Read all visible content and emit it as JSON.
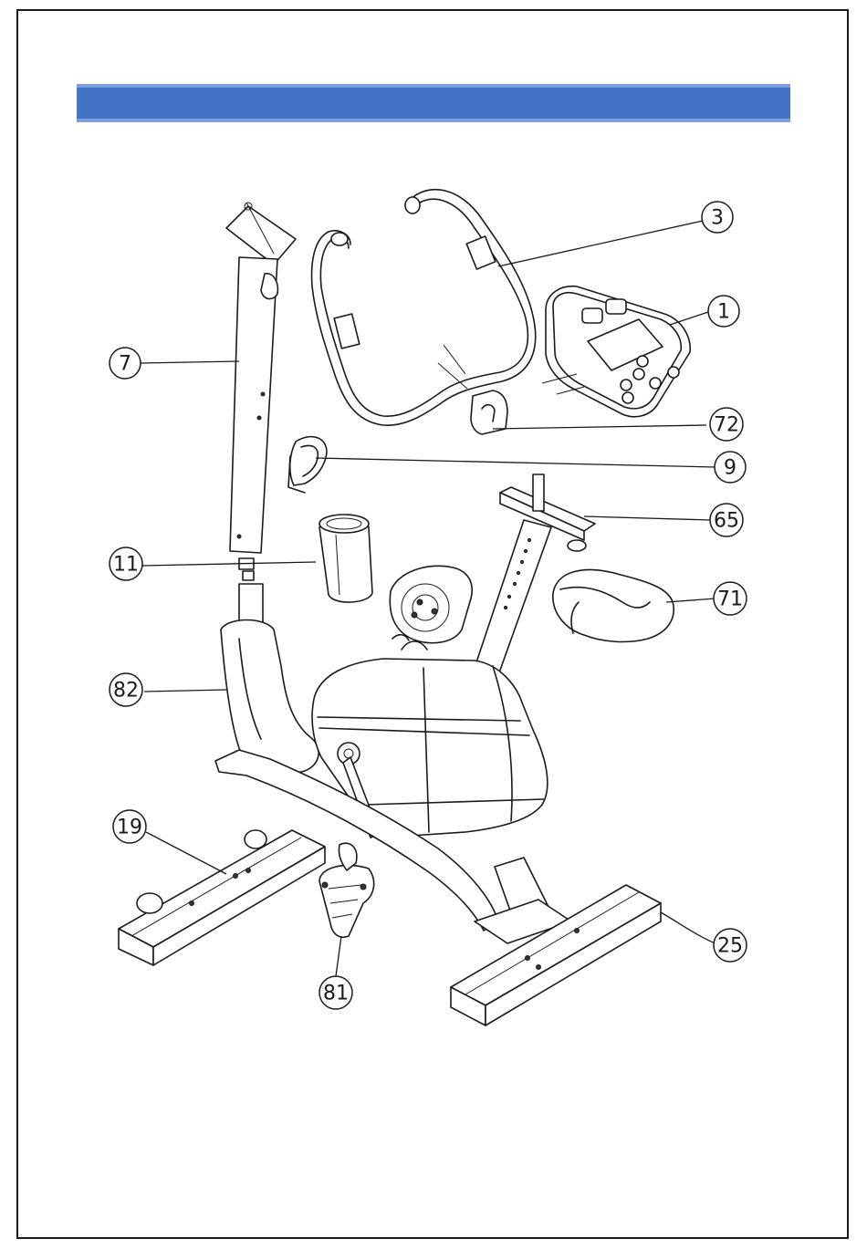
{
  "header_band": {
    "color": "#4472c4",
    "border_color": "#7aa0dc"
  },
  "callouts": [
    {
      "id": "handlebar",
      "label": "3"
    },
    {
      "id": "console",
      "label": "1"
    },
    {
      "id": "console-bracket",
      "label": "72"
    },
    {
      "id": "bottle-holder",
      "label": "9"
    },
    {
      "id": "seat-slider",
      "label": "65"
    },
    {
      "id": "seat",
      "label": "71"
    },
    {
      "id": "handlebar-post",
      "label": "7"
    },
    {
      "id": "post-cover",
      "label": "11"
    },
    {
      "id": "main-frame",
      "label": "82"
    },
    {
      "id": "front-stabilizer",
      "label": "19"
    },
    {
      "id": "pedal",
      "label": "81"
    },
    {
      "id": "rear-stabilizer",
      "label": "25"
    }
  ]
}
